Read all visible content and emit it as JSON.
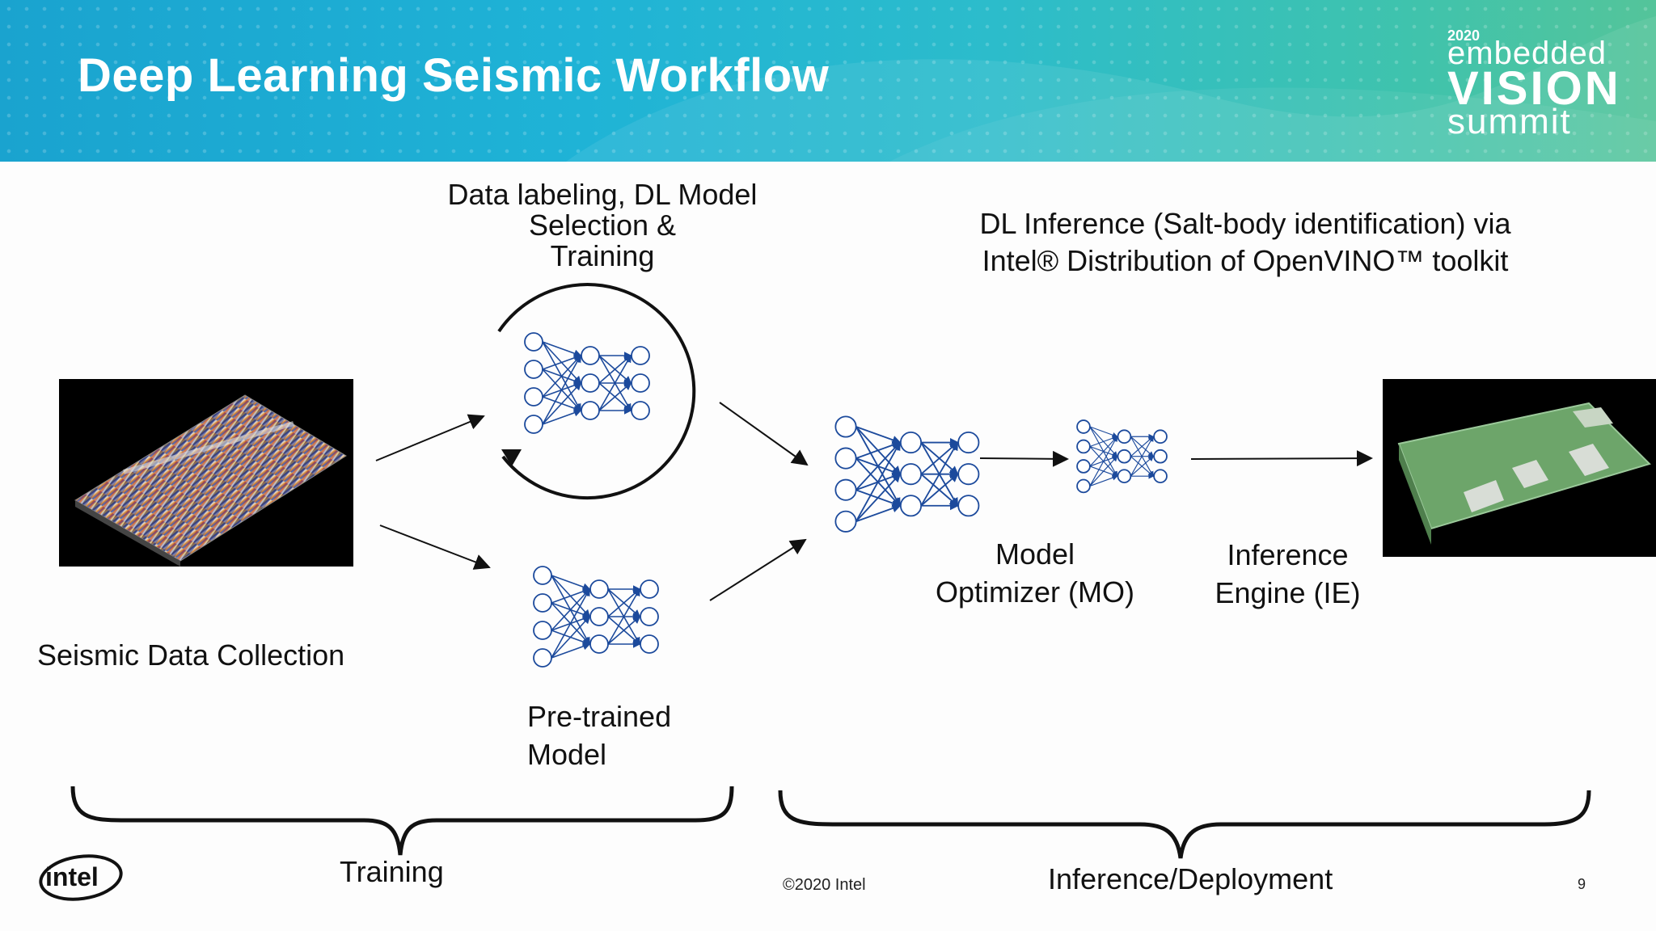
{
  "slide": {
    "title": "Deep Learning Seismic Workflow",
    "event_logo": {
      "year": "2020",
      "line1": "embedded",
      "line2": "VISION",
      "line3": "summit"
    },
    "labels": {
      "data_labeling": [
        "Data labeling, DL Model",
        "Selection &",
        "Training"
      ],
      "dl_inference": [
        "DL Inference (Salt-body identification) via",
        "Intel® Distribution of OpenVINO™ toolkit"
      ],
      "seismic_collection": "Seismic Data Collection",
      "pretrained": [
        "Pre-trained",
        "Model"
      ],
      "model_optimizer": [
        "Model",
        "Optimizer (MO)"
      ],
      "inference_engine": [
        "Inference",
        "Engine (IE)"
      ],
      "training": "Training",
      "inference_deployment": "Inference/Deployment"
    },
    "footer": {
      "copyright": "©2020 Intel",
      "page_number": "9",
      "logo": "intel"
    }
  },
  "icons": {
    "network": "neural-network-icon",
    "cycle": "training-cycle-arrow-icon",
    "brace": "curly-brace-icon"
  },
  "colors": {
    "network": "#1c4a9c",
    "header_start": "#1aa3cf",
    "header_end": "#54c49a",
    "text": "#111111"
  }
}
